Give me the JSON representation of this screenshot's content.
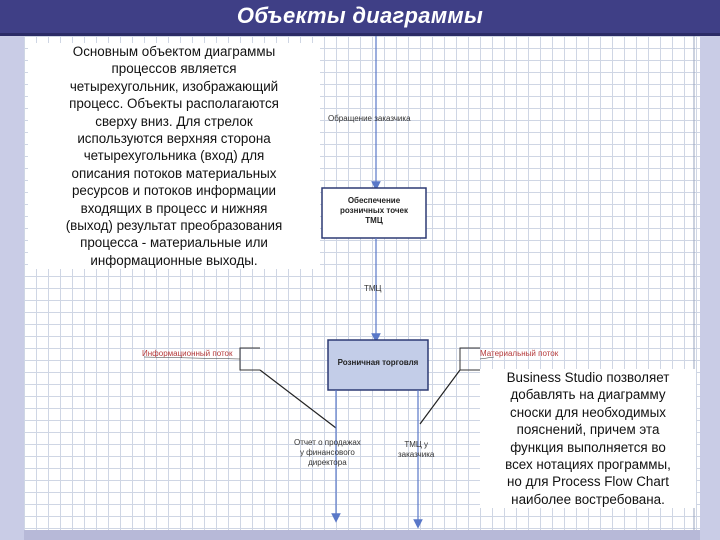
{
  "slide": {
    "title": "Объекты диаграммы"
  },
  "callouts": {
    "left": "Основным объектом диаграммы\nпроцессов является\nчетырехугольник, изображающий\nпроцесс. Объекты располагаются\nсверху вниз. Для стрелок\nиспользуются верхняя сторона\nчетырехугольника (вход) для\nописания потоков материальных\nресурсов и потоков информации\nвходящих в процесс и нижняя\n(выход) результат преобразования\nпроцесса - материальные или\nинформационные выходы.",
    "right": "Business Studio позволяет\nдобавлять на диаграмму\nсноски для необходимых\nпояснений, причем эта\nфункция выполняется во\nвсех нотациях программы,\nно для Process Flow Chart\nнаиболее востребована."
  },
  "diagram": {
    "start_label": "Обращение заказчика",
    "process_1": "Обеспечение\nрозничных точек\nТМЦ",
    "flow_label": "ТМЦ",
    "process_2": "Розничная торговля",
    "info_flow_note": "Информационный поток",
    "material_flow_note": "Материальный поток",
    "output_report": "Отчет о продажах\nу финансового\nдиректора",
    "output_goods": "ТМЦ у\nзаказчика"
  },
  "colors": {
    "title_bg": "#3f3f86",
    "stripe": "#c9cce6",
    "arrow": "#5a78c8",
    "box_border": "#2d3a74",
    "box_fill": "#c3cde8"
  }
}
